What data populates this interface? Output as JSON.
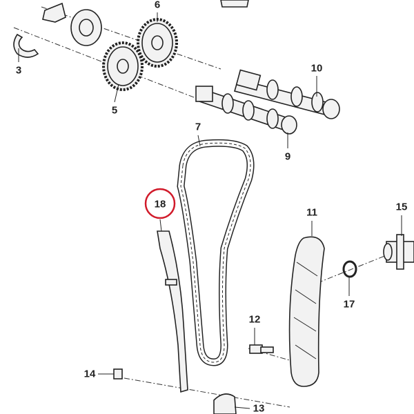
{
  "diagram": {
    "title": "Timing chain exploded parts diagram",
    "highlight_color": "#d11a2a",
    "highlighted_part": "18",
    "callouts": [
      "3",
      "5",
      "6",
      "7",
      "9",
      "10",
      "11",
      "12",
      "13",
      "14",
      "15",
      "17",
      "18"
    ]
  }
}
